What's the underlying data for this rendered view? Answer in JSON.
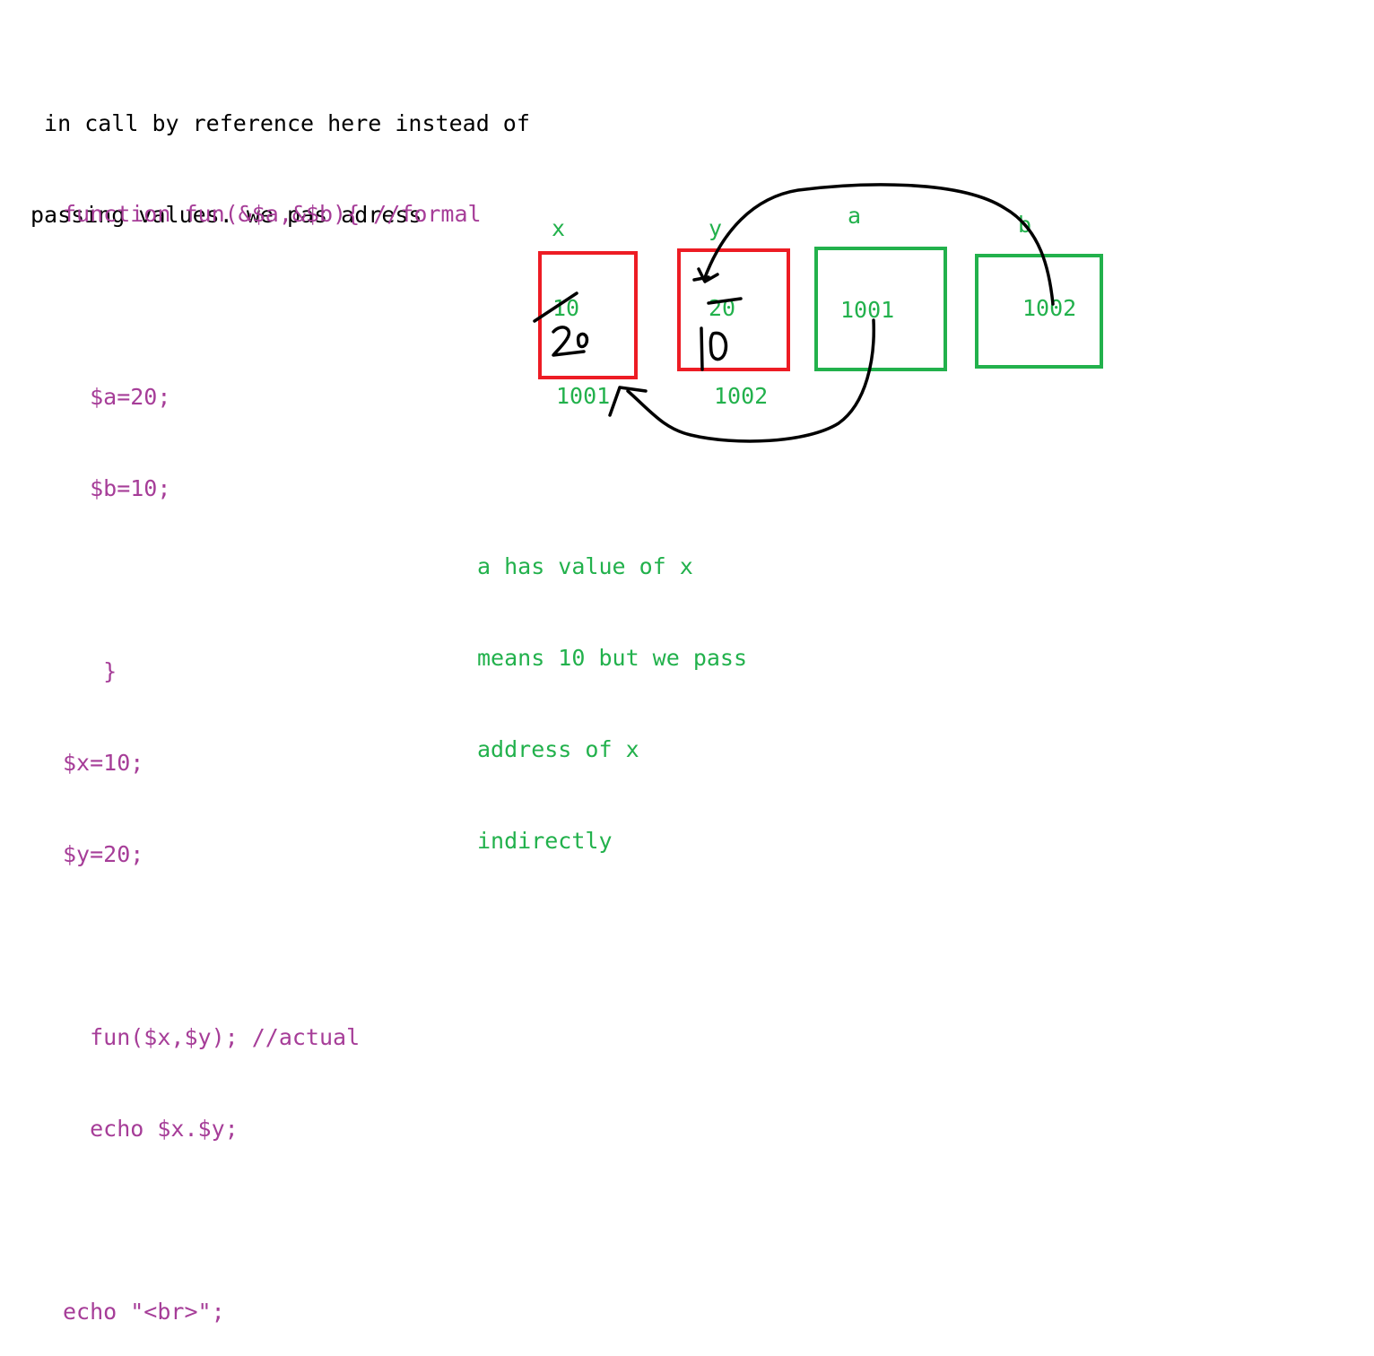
{
  "intro": {
    "lines": [
      " in call by reference here instead of",
      "passing values. we pas adress"
    ]
  },
  "code": {
    "lines": [
      "function fun(&$a,&$b){ //formal",
      "",
      "  $a=20;",
      "  $b=10;",
      "",
      "   }",
      "$x=10;",
      "$y=20;",
      "",
      "  fun($x,$y); //actual",
      "  echo $x.$y;",
      "",
      "echo \"<br>\";"
    ]
  },
  "diagram": {
    "boxes": [
      {
        "name": "x",
        "value": "10",
        "address": "1001",
        "handwritten_value": "20",
        "color": "#ed1c24"
      },
      {
        "name": "y",
        "value": "20",
        "address": "1002",
        "handwritten_value": "10",
        "color": "#ed1c24"
      },
      {
        "name": "a",
        "value": "1001",
        "color": "#22b14c"
      },
      {
        "name": "b",
        "value": "1002",
        "color": "#22b14c"
      }
    ]
  },
  "note": {
    "lines": [
      "a has value of x",
      "means 10 but we pass",
      "address of x",
      "indirectly"
    ]
  },
  "colors": {
    "text": "#000000",
    "code": "#a63d98",
    "diagram_green": "#22b14c",
    "diagram_red": "#ed1c24",
    "ink": "#000000"
  }
}
